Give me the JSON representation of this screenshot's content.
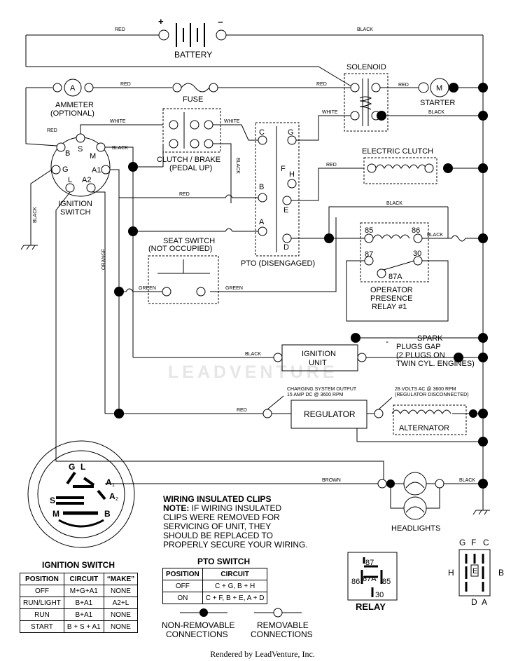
{
  "watermark": "LEADVENTURE",
  "footer": "Rendered by LeadVenture, Inc.",
  "labels": {
    "battery": "BATTERY",
    "plus": "+",
    "minus": "−",
    "solenoid": "SOLENOID",
    "starter": "STARTER",
    "m": "M",
    "ammeter": "AMMETER",
    "optional": "(OPTIONAL)",
    "a": "A",
    "fuse": "FUSE",
    "clutch_brake_1": "CLUTCH / BRAKE",
    "clutch_brake_2": "(PEDAL UP)",
    "ignition_switch_1": "IGNITION",
    "ignition_switch_2": "SWITCH",
    "electric_clutch": "ELECTRIC CLUTCH",
    "seat_switch_1": "SEAT SWITCH",
    "seat_switch_2": "(NOT OCCUPIED)",
    "pto": "PTO (DISENGAGED)",
    "opr_1": "OPERATOR",
    "opr_2": "PRESENCE",
    "opr_3": "RELAY #1",
    "ignition_unit_1": "IGNITION",
    "ignition_unit_2": "UNIT",
    "spark_1": "SPARK",
    "spark_2": "PLUGS GAP",
    "spark_3": "(2 PLUGS ON",
    "spark_4": "TWIN CYL. ENGINES)",
    "charging_1": "CHARGING SYSTEM OUTPUT",
    "charging_2": "15 AMP DC @ 3600 RPM",
    "volts_1": "28 VOLTS AC @ 3600 RPM",
    "volts_2": "(REGULATOR DISCONNECTED)",
    "regulator": "REGULATOR",
    "alternator": "ALTERNATOR",
    "headlights": "HEADLIGHTS",
    "relay": "RELAY",
    "ign_switch_title": "IGNITION SWITCH",
    "pto_switch_title": "PTO SWITCH",
    "non_removable_1": "NON-REMOVABLE",
    "non_removable_2": "CONNECTIONS",
    "removable_1": "REMOVABLE",
    "removable_2": "CONNECTIONS",
    "dash_minus": "-"
  },
  "wires": {
    "red": "RED",
    "black": "BLACK",
    "white": "WHITE",
    "green": "GREEN",
    "orange": "ORANGE",
    "brown": "BROWN"
  },
  "terminals": {
    "B": "B",
    "S": "S",
    "M": "M",
    "G": "G",
    "L": "L",
    "A1": "A1",
    "A2": "A2",
    "C": "C",
    "F": "F",
    "H": "H",
    "E": "E",
    "D": "D",
    "A": "A",
    "r85": "85",
    "r86": "86",
    "r87": "87",
    "r30": "30",
    "r87A": "87A"
  },
  "relay_pins": {
    "p87": "87",
    "p87A": "87A",
    "p86": "86",
    "p85": "85",
    "p30": "30"
  },
  "pto_pins": {
    "G": "G",
    "F": "F",
    "C": "C",
    "H": "H",
    "E": "E",
    "B": "B",
    "D": "D",
    "A": "A"
  },
  "switch_face": {
    "G": "G",
    "L": "L",
    "A1": "A",
    "A1s": "1",
    "A2": "A",
    "A2s": "2",
    "S": "S",
    "B": "B",
    "M": "M"
  },
  "clips_note": {
    "title": "WIRING INSULATED CLIPS",
    "note_label": "NOTE:",
    "line1": " IF WIRING INSULATED",
    "line2": "CLIPS WERE REMOVED FOR",
    "line3": "SERVICING OF UNIT, THEY",
    "line4": "SHOULD BE REPLACED TO",
    "line5": "PROPERLY SECURE YOUR WIRING."
  },
  "ign_table": {
    "headers": [
      "POSITION",
      "CIRCUIT",
      "“MAKE”"
    ],
    "rows": [
      [
        "OFF",
        "M+G+A1",
        "NONE"
      ],
      [
        "RUN/LIGHT",
        "B+A1",
        "A2+L"
      ],
      [
        "RUN",
        "B+A1",
        "NONE"
      ],
      [
        "START",
        "B + S + A1",
        "NONE"
      ]
    ]
  },
  "pto_table": {
    "headers": [
      "POSITION",
      "CIRCUIT"
    ],
    "rows": [
      [
        "OFF",
        "C + G, B + H"
      ],
      [
        "ON",
        "C + F, B + E, A + D"
      ]
    ]
  }
}
